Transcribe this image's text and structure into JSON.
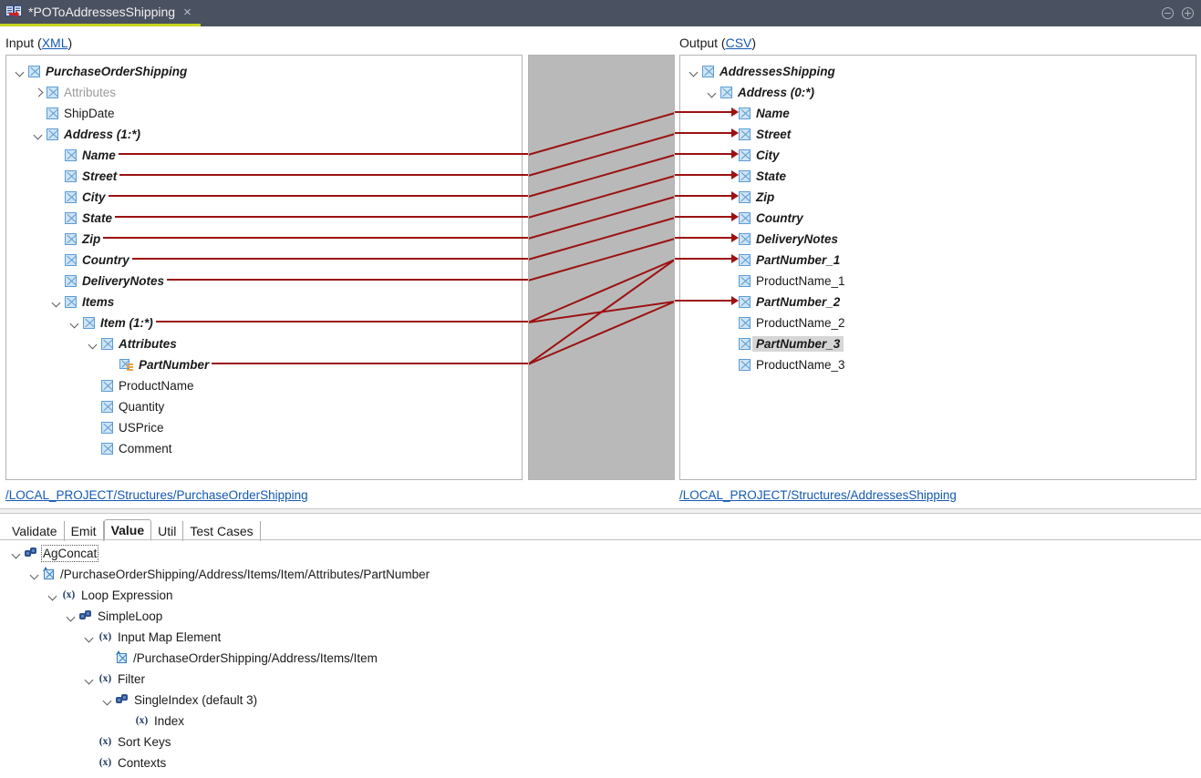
{
  "window": {
    "tab_title": "*POToAddressesShipping",
    "tab_icon": "map-transform-icon",
    "close_label": "×",
    "minimize_label": "minimize-icon",
    "maximize_label": "maximize-icon",
    "accent_color": "#c8d422",
    "titlebar_color": "#4a5160"
  },
  "input": {
    "label_prefix": "Input (",
    "label_link": "XML",
    "label_suffix": ")",
    "path_link": "/LOCAL_PROJECT/Structures/PurchaseOrderShipping",
    "nodes": [
      {
        "label": "PurchaseOrderShipping",
        "indent": 0,
        "twisty": "open",
        "icon": "element",
        "style": "mapped"
      },
      {
        "label": "Attributes",
        "indent": 1,
        "twisty": "closed",
        "icon": "element",
        "style": "dim"
      },
      {
        "label": "ShipDate",
        "indent": 1,
        "twisty": "none",
        "icon": "element",
        "style": "plain"
      },
      {
        "label": "Address (1:*)",
        "indent": 1,
        "twisty": "open",
        "icon": "element",
        "style": "mapped"
      },
      {
        "label": "Name",
        "indent": 2,
        "twisty": "none",
        "icon": "element",
        "style": "mapped"
      },
      {
        "label": "Street",
        "indent": 2,
        "twisty": "none",
        "icon": "element",
        "style": "mapped"
      },
      {
        "label": "City",
        "indent": 2,
        "twisty": "none",
        "icon": "element",
        "style": "mapped"
      },
      {
        "label": "State",
        "indent": 2,
        "twisty": "none",
        "icon": "element",
        "style": "mapped"
      },
      {
        "label": "Zip",
        "indent": 2,
        "twisty": "none",
        "icon": "element",
        "style": "mapped"
      },
      {
        "label": "Country",
        "indent": 2,
        "twisty": "none",
        "icon": "element",
        "style": "mapped"
      },
      {
        "label": "DeliveryNotes",
        "indent": 2,
        "twisty": "none",
        "icon": "element",
        "style": "mapped"
      },
      {
        "label": "Items",
        "indent": 2,
        "twisty": "open",
        "icon": "element",
        "style": "mapped"
      },
      {
        "label": "Item (1:*)",
        "indent": 3,
        "twisty": "open",
        "icon": "element",
        "style": "mapped"
      },
      {
        "label": "Attributes",
        "indent": 4,
        "twisty": "open",
        "icon": "element",
        "style": "mapped"
      },
      {
        "label": "PartNumber",
        "indent": 5,
        "twisty": "none",
        "icon": "attribute",
        "style": "mapped"
      },
      {
        "label": "ProductName",
        "indent": 4,
        "twisty": "none",
        "icon": "element",
        "style": "plain"
      },
      {
        "label": "Quantity",
        "indent": 4,
        "twisty": "none",
        "icon": "element",
        "style": "plain"
      },
      {
        "label": "USPrice",
        "indent": 4,
        "twisty": "none",
        "icon": "element",
        "style": "plain"
      },
      {
        "label": "Comment",
        "indent": 4,
        "twisty": "none",
        "icon": "element",
        "style": "plain"
      }
    ]
  },
  "output": {
    "label_prefix": "Output (",
    "label_link": "CSV",
    "label_suffix": ")",
    "path_link": "/LOCAL_PROJECT/Structures/AddressesShipping",
    "nodes": [
      {
        "label": "AddressesShipping",
        "indent": 0,
        "twisty": "open",
        "icon": "element",
        "style": "mapped",
        "selected": false
      },
      {
        "label": "Address (0:*)",
        "indent": 1,
        "twisty": "open",
        "icon": "element",
        "style": "mapped",
        "selected": false
      },
      {
        "label": "Name",
        "indent": 2,
        "twisty": "none",
        "icon": "element",
        "style": "mapped",
        "selected": false
      },
      {
        "label": "Street",
        "indent": 2,
        "twisty": "none",
        "icon": "element",
        "style": "mapped",
        "selected": false
      },
      {
        "label": "City",
        "indent": 2,
        "twisty": "none",
        "icon": "element",
        "style": "mapped",
        "selected": false
      },
      {
        "label": "State",
        "indent": 2,
        "twisty": "none",
        "icon": "element",
        "style": "mapped",
        "selected": false
      },
      {
        "label": "Zip",
        "indent": 2,
        "twisty": "none",
        "icon": "element",
        "style": "mapped",
        "selected": false
      },
      {
        "label": "Country",
        "indent": 2,
        "twisty": "none",
        "icon": "element",
        "style": "mapped",
        "selected": false
      },
      {
        "label": "DeliveryNotes",
        "indent": 2,
        "twisty": "none",
        "icon": "element",
        "style": "mapped",
        "selected": false
      },
      {
        "label": "PartNumber_1",
        "indent": 2,
        "twisty": "none",
        "icon": "element",
        "style": "mapped",
        "selected": false
      },
      {
        "label": "ProductName_1",
        "indent": 2,
        "twisty": "none",
        "icon": "element",
        "style": "plain",
        "selected": false
      },
      {
        "label": "PartNumber_2",
        "indent": 2,
        "twisty": "none",
        "icon": "element",
        "style": "mapped",
        "selected": false
      },
      {
        "label": "ProductName_2",
        "indent": 2,
        "twisty": "none",
        "icon": "element",
        "style": "plain",
        "selected": false
      },
      {
        "label": "PartNumber_3",
        "indent": 2,
        "twisty": "none",
        "icon": "element",
        "style": "mapped",
        "selected": true
      },
      {
        "label": "ProductName_3",
        "indent": 2,
        "twisty": "none",
        "icon": "element",
        "style": "plain",
        "selected": false
      }
    ]
  },
  "connections": {
    "line_color": "#9c1111",
    "links": [
      {
        "from": "Name",
        "to": "Name"
      },
      {
        "from": "Street",
        "to": "Street"
      },
      {
        "from": "City",
        "to": "City"
      },
      {
        "from": "State",
        "to": "State"
      },
      {
        "from": "Zip",
        "to": "Zip"
      },
      {
        "from": "Country",
        "to": "Country"
      },
      {
        "from": "DeliveryNotes",
        "to": "DeliveryNotes"
      },
      {
        "from": "Item (1:*)",
        "to": "PartNumber_1"
      },
      {
        "from": "Item (1:*)",
        "to": "PartNumber_2"
      },
      {
        "from": "PartNumber",
        "to": "PartNumber_1"
      },
      {
        "from": "PartNumber",
        "to": "PartNumber_2"
      }
    ]
  },
  "bottom": {
    "tabs": [
      {
        "label": "Validate",
        "active": false
      },
      {
        "label": "Emit",
        "active": false
      },
      {
        "label": "Value",
        "active": true
      },
      {
        "label": "Util",
        "active": false
      },
      {
        "label": "Test Cases",
        "active": false
      }
    ],
    "nodes": [
      {
        "label": "AgConcat",
        "indent": 0,
        "twisty": "open",
        "icon": "gear",
        "focus": true
      },
      {
        "label": "/PurchaseOrderShipping/Address/Items/Item/Attributes/PartNumber",
        "indent": 1,
        "twisty": "open",
        "icon": "map",
        "focus": false
      },
      {
        "label": "Loop Expression",
        "indent": 2,
        "twisty": "open",
        "icon": "expr",
        "focus": false
      },
      {
        "label": "SimpleLoop",
        "indent": 3,
        "twisty": "open",
        "icon": "gear",
        "focus": false
      },
      {
        "label": "Input Map Element",
        "indent": 4,
        "twisty": "open",
        "icon": "expr",
        "focus": false
      },
      {
        "label": "/PurchaseOrderShipping/Address/Items/Item",
        "indent": 5,
        "twisty": "none",
        "icon": "map",
        "focus": false
      },
      {
        "label": "Filter",
        "indent": 4,
        "twisty": "open",
        "icon": "expr",
        "focus": false
      },
      {
        "label": "SingleIndex (default 3)",
        "indent": 5,
        "twisty": "open",
        "icon": "gear",
        "focus": false
      },
      {
        "label": "Index",
        "indent": 6,
        "twisty": "none",
        "icon": "expr",
        "focus": false
      },
      {
        "label": "Sort Keys",
        "indent": 4,
        "twisty": "none",
        "icon": "expr",
        "focus": false
      },
      {
        "label": "Contexts",
        "indent": 4,
        "twisty": "none",
        "icon": "expr",
        "focus": false
      }
    ],
    "expr_icon_text": "(x)"
  }
}
